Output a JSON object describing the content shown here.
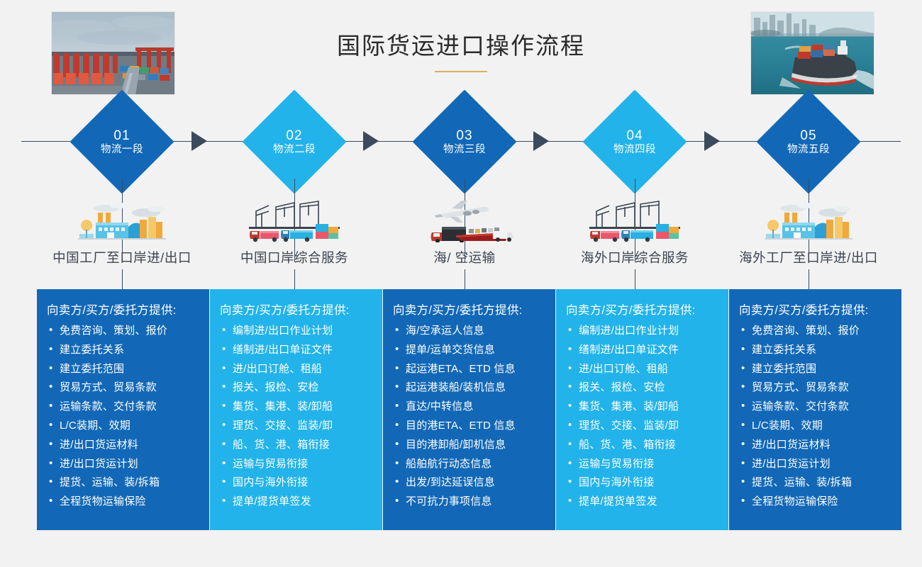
{
  "header": {
    "title": "国际货运进口操作流程",
    "left_image": "port-container-terminal-photo",
    "right_image": "container-ship-at-sea-photo",
    "accent_rule_color": "#d8b161"
  },
  "colors": {
    "dark_blue": "#1268b7",
    "light_blue": "#22b3ea",
    "axis": "#3a4a63",
    "arrow": "#3c4a5e",
    "background": "#f2f2f2",
    "title_text": "#2b2b2b",
    "caption_text": "#3d4450"
  },
  "stages": [
    {
      "number": "01",
      "stage_label": "物流一段",
      "tone": "dark",
      "icon": "factory-illustration",
      "caption": "中国工厂至口岸进/出口",
      "panel_heading": "向卖方/买方/委托方提供:",
      "items": [
        "免费咨询、策划、报价",
        "建立委托关系",
        "建立委托范围",
        "贸易方式、贸易条款",
        "运输条款、交付条款",
        "L/C装期、效期",
        "进/出口货运材料",
        "进/出口货运计划",
        "提货、运输、装/拆箱",
        "全程货物运输保险"
      ]
    },
    {
      "number": "02",
      "stage_label": "物流二段",
      "tone": "light",
      "icon": "port-crane-truck-illustration",
      "caption": "中国口岸综合服务",
      "panel_heading": "向卖方/买方/委托方提供:",
      "items": [
        "编制进/出口作业计划",
        "缮制进/出口单证文件",
        "进/出口订舱、租船",
        "报关、报检、安检",
        "集货、集港、装/卸船",
        "理货、交接、监装/卸",
        "船、货、港、箱衔接",
        "运输与贸易衔接",
        "国内与海外衔接",
        "提单/提货单签发"
      ]
    },
    {
      "number": "03",
      "stage_label": "物流三段",
      "tone": "dark",
      "icon": "airplane-truck-ship-illustration",
      "caption": "海/ 空运输",
      "panel_heading": "向卖方/买方/委托方提供:",
      "items": [
        "海/空承运人信息",
        "提单/运单交货信息",
        "起运港ETA、ETD 信息",
        "起运港装船/装机信息",
        "直达/中转信息",
        "目的港ETA、ETD 信息",
        "目的港卸船/卸机信息",
        "船舶航行动态信息",
        "出发/到达延误信息",
        "不可抗力事项信息"
      ]
    },
    {
      "number": "04",
      "stage_label": "物流四段",
      "tone": "light",
      "icon": "port-crane-truck-illustration",
      "caption": "海外口岸综合服务",
      "panel_heading": "向卖方/买方/委托方提供:",
      "items": [
        "编制进/出口作业计划",
        "缮制进/出口单证文件",
        "进/出口订舱、租船",
        "报关、报检、安检",
        "集货、集港、装/卸船",
        "理货、交接、监装/卸",
        "船、货、港、箱衔接",
        "运输与贸易衔接",
        "国内与海外衔接",
        "提单/提货单签发"
      ]
    },
    {
      "number": "05",
      "stage_label": "物流五段",
      "tone": "dark",
      "icon": "factory-illustration",
      "caption": "海外工厂至口岸进/出口",
      "panel_heading": "向卖方/买方/委托方提供:",
      "items": [
        "免费咨询、策划、报价",
        "建立委托关系",
        "建立委托范围",
        "贸易方式、贸易条款",
        "运输条款、交付条款",
        "L/C装期、效期",
        "进/出口货运材料",
        "进/出口货运计划",
        "提货、运输、装/拆箱",
        "全程货物运输保险"
      ]
    }
  ],
  "arrows_between_stages": 4
}
